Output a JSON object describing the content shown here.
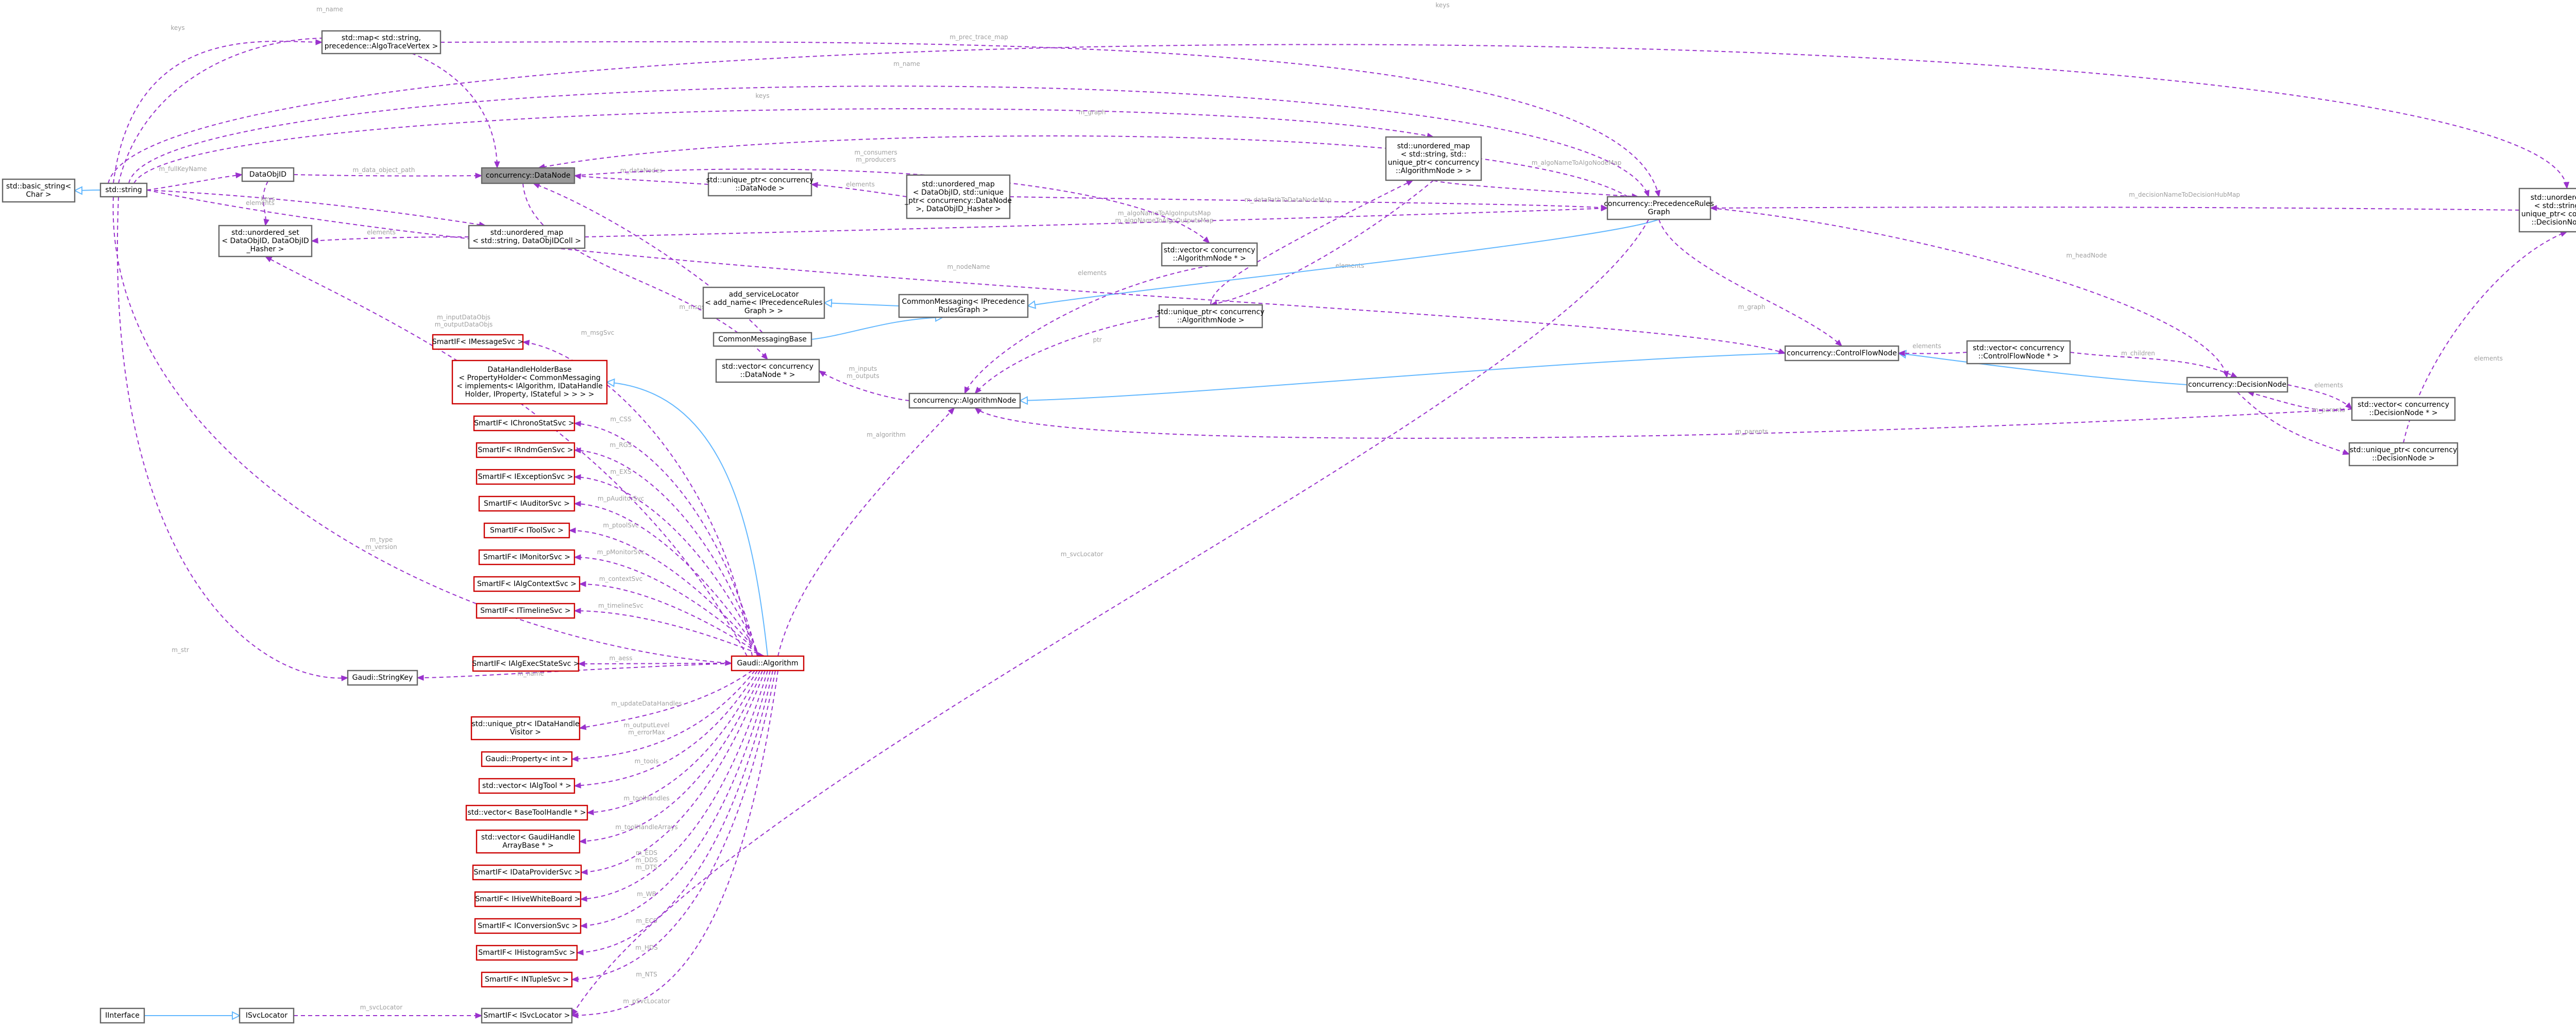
{
  "diagram": {
    "nodes": [
      {
        "id": "dn",
        "lines": [
          "concurrency::DataNode"
        ],
        "focus": true
      },
      {
        "id": "dataobjid",
        "lines": [
          "DataObjID"
        ]
      },
      {
        "id": "str",
        "lines": [
          "std::string"
        ]
      },
      {
        "id": "bstr",
        "lines": [
          "std::basic_string<",
          "Char >"
        ]
      },
      {
        "id": "mapstr",
        "lines": [
          "std::map< std::string,",
          "precedence::AlgoTraceVertex >"
        ]
      },
      {
        "id": "uset",
        "lines": [
          "std::unordered_set",
          "< DataObjID, DataObjID",
          "_Hasher >"
        ]
      },
      {
        "id": "umap_dn",
        "lines": [
          "std::unordered_map",
          "< std::string, DataObjIDColl >"
        ]
      },
      {
        "id": "uptr_dn",
        "lines": [
          "std::unique_ptr< concurrency",
          "::DataNode >"
        ]
      },
      {
        "id": "umap_doid",
        "lines": [
          "std::unordered_map",
          "< DataObjID, std::unique",
          "_ptr< concurrency::DataNode",
          ">, DataObjID_Hasher >"
        ]
      },
      {
        "id": "umap_an",
        "lines": [
          "std::unordered_map",
          "< std::string, std::",
          "unique_ptr< concurrency",
          "::AlgorithmNode > >"
        ]
      },
      {
        "id": "prg",
        "lines": [
          "concurrency::PrecedenceRules",
          "Graph"
        ]
      },
      {
        "id": "umap_dec",
        "lines": [
          "std::unordered_map",
          "< std::string, std::",
          "unique_ptr< concurrency",
          "::DecisionNode > >"
        ]
      },
      {
        "id": "vec_an",
        "lines": [
          "std::vector< concurrency",
          "::AlgorithmNode * >"
        ]
      },
      {
        "id": "uptr_an",
        "lines": [
          "std::unique_ptr< concurrency",
          "::AlgorithmNode >"
        ]
      },
      {
        "id": "asl",
        "lines": [
          "add_serviceLocator",
          "< add_name< IPrecedenceRules",
          "Graph > >"
        ]
      },
      {
        "id": "cm",
        "lines": [
          "CommonMessaging< IPrecedence",
          "RulesGraph >"
        ]
      },
      {
        "id": "cmb",
        "lines": [
          "CommonMessagingBase"
        ]
      },
      {
        "id": "vec_dn",
        "lines": [
          "std::vector< concurrency",
          "::DataNode * >"
        ]
      },
      {
        "id": "algnode",
        "lines": [
          "concurrency::AlgorithmNode"
        ]
      },
      {
        "id": "cfn",
        "lines": [
          "concurrency::ControlFlowNode"
        ]
      },
      {
        "id": "vec_cfn",
        "lines": [
          "std::vector< concurrency",
          "::ControlFlowNode * >"
        ]
      },
      {
        "id": "decnode",
        "lines": [
          "concurrency::DecisionNode"
        ]
      },
      {
        "id": "vec_dec",
        "lines": [
          "std::vector< concurrency",
          "::DecisionNode * >"
        ]
      },
      {
        "id": "uptr_dec",
        "lines": [
          "std::unique_ptr< concurrency",
          "::DecisionNode >"
        ]
      },
      {
        "id": "sp_msg",
        "lines": [
          "SmartIF< IMessageSvc >"
        ],
        "red": true
      },
      {
        "id": "dhh",
        "lines": [
          "DataHandleHolderBase",
          "< PropertyHolder< CommonMessaging",
          "< implements< IAlgorithm, IDataHandle",
          "Holder, IProperty, IStateful > > > >"
        ],
        "red": true
      },
      {
        "id": "sp_chrono",
        "lines": [
          "SmartIF< IChronoStatSvc >"
        ],
        "red": true
      },
      {
        "id": "sp_rnd",
        "lines": [
          "SmartIF< IRndmGenSvc >"
        ],
        "red": true
      },
      {
        "id": "sp_exc",
        "lines": [
          "SmartIF< IExceptionSvc >"
        ],
        "red": true
      },
      {
        "id": "sp_aud",
        "lines": [
          "SmartIF< IAuditorSvc >"
        ],
        "red": true
      },
      {
        "id": "sp_tool",
        "lines": [
          "SmartIF< IToolSvc >"
        ],
        "red": true
      },
      {
        "id": "sp_mon",
        "lines": [
          "SmartIF< IMonitorSvc >"
        ],
        "red": true
      },
      {
        "id": "sp_ctx",
        "lines": [
          "SmartIF< IAlgContextSvc >"
        ],
        "red": true
      },
      {
        "id": "sp_time",
        "lines": [
          "SmartIF< ITimelineSvc >"
        ],
        "red": true
      },
      {
        "id": "sp_exec",
        "lines": [
          "SmartIF< IAlgExecStateSvc >"
        ],
        "red": true
      },
      {
        "id": "skey",
        "lines": [
          "Gaudi::StringKey"
        ]
      },
      {
        "id": "galg",
        "lines": [
          "Gaudi::Algorithm"
        ],
        "red": true
      },
      {
        "id": "uptr_vis",
        "lines": [
          "std::unique_ptr< IDataHandle",
          "Visitor >"
        ],
        "red": true
      },
      {
        "id": "prop",
        "lines": [
          "Gaudi::Property< int >"
        ],
        "red": true
      },
      {
        "id": "vec_tool",
        "lines": [
          "std::vector< IAlgTool * >"
        ],
        "red": true
      },
      {
        "id": "vec_bth",
        "lines": [
          "std::vector< BaseToolHandle * >"
        ],
        "red": true
      },
      {
        "id": "vec_gha",
        "lines": [
          "std::vector< GaudiHandle",
          "ArrayBase * >"
        ],
        "red": true
      },
      {
        "id": "sp_dp",
        "lines": [
          "SmartIF< IDataProviderSvc >"
        ],
        "red": true
      },
      {
        "id": "sp_hwb",
        "lines": [
          "SmartIF< IHiveWhiteBoard >"
        ],
        "red": true
      },
      {
        "id": "sp_conv",
        "lines": [
          "SmartIF< IConversionSvc >"
        ],
        "red": true
      },
      {
        "id": "sp_hist",
        "lines": [
          "SmartIF< IHistogramSvc >"
        ],
        "red": true
      },
      {
        "id": "sp_nt",
        "lines": [
          "SmartIF< INTupleSvc >"
        ],
        "red": true
      },
      {
        "id": "sp_sl",
        "lines": [
          "SmartIF< ISvcLocator >"
        ]
      },
      {
        "id": "isl",
        "lines": [
          "ISvcLocator"
        ]
      },
      {
        "id": "iface",
        "lines": [
          "IInterface"
        ]
      }
    ],
    "edges": [
      {
        "id": "e_str_bstr",
        "kind": "inh",
        "label": []
      },
      {
        "id": "e_str_dataobjid",
        "kind": "use",
        "label": [
          "m_fullKeyName"
        ]
      },
      {
        "id": "e_dataobjid_dn",
        "kind": "use",
        "label": [
          "m_data_object_path"
        ]
      },
      {
        "id": "e_str_dn",
        "kind": "use",
        "label": [
          "m_name"
        ]
      },
      {
        "id": "e_dn_uptr",
        "kind": "use",
        "label": [
          "m_dataNodes"
        ]
      },
      {
        "id": "e_uptr_umapdoid",
        "kind": "use",
        "label": [
          "elements"
        ]
      },
      {
        "id": "e_str_mapstr",
        "kind": "use",
        "label": [
          "keys"
        ]
      },
      {
        "id": "e_dataobjid_uset",
        "kind": "use",
        "label": [
          "elements"
        ]
      },
      {
        "id": "e_str_umapdn",
        "kind": "use",
        "label": [
          "keys"
        ]
      },
      {
        "id": "e_uset_umapdn",
        "kind": "use",
        "label": [
          "elements"
        ]
      },
      {
        "id": "e_str_prg",
        "kind": "use",
        "label": [
          "m_name"
        ]
      },
      {
        "id": "e_str_umapan",
        "kind": "use",
        "label": [
          "keys"
        ]
      },
      {
        "id": "e_str_umapdec",
        "kind": "use",
        "label": [
          "keys"
        ]
      },
      {
        "id": "e_mapstr_prg",
        "kind": "use",
        "label": [
          "m_prec_trace_map"
        ]
      },
      {
        "id": "e_umapan_prg",
        "kind": "use",
        "label": [
          "m_algoNameToAlgoNodeMap"
        ]
      },
      {
        "id": "e_umapdoid_prg",
        "kind": "use",
        "label": [
          "m_dataPathToDataNodeMap"
        ]
      },
      {
        "id": "e_umapdec_prg",
        "kind": "use",
        "label": [
          "m_decisionNameToDecisionHubMap"
        ]
      },
      {
        "id": "e_umapdn_prg",
        "kind": "use",
        "label": [
          "m_algoNameToAlgoInputsMap",
          "m_algoNameToAlgoOutputsMap"
        ]
      },
      {
        "id": "e_prg_dn",
        "kind": "use",
        "label": [
          "m_graph"
        ]
      },
      {
        "id": "e_dn_vecan",
        "kind": "use",
        "label": [
          "m_consumers",
          "m_producers"
        ]
      },
      {
        "id": "e_an_uptran",
        "kind": "use",
        "label": [
          "elements"
        ]
      },
      {
        "id": "e_uptran_umapan",
        "kind": "use",
        "label": [
          "elements"
        ]
      },
      {
        "id": "e_vecan_algnode",
        "kind": "use",
        "label": [
          "elements"
        ]
      },
      {
        "id": "e_uptran_algnode",
        "kind": "use",
        "label": [
          "ptr"
        ]
      },
      {
        "id": "e_asl_cm",
        "kind": "inh",
        "label": []
      },
      {
        "id": "e_cm_prg",
        "kind": "inh",
        "label": []
      },
      {
        "id": "e_cmb_cm",
        "kind": "inh",
        "label": []
      },
      {
        "id": "e_cmb_dn",
        "kind": "use",
        "label": [
          "m_msgsvc"
        ]
      },
      {
        "id": "e_cfn_algnode",
        "kind": "inh",
        "label": []
      },
      {
        "id": "e_cfn_decnode",
        "kind": "inh",
        "label": []
      },
      {
        "id": "e_prg_cfn",
        "kind": "use",
        "label": [
          "m_graph"
        ]
      },
      {
        "id": "e_str_cfn",
        "kind": "use",
        "label": [
          "m_nodeName"
        ]
      },
      {
        "id": "e_cfn_veccfn",
        "kind": "use",
        "label": [
          "elements"
        ]
      },
      {
        "id": "e_veccfn_decnode",
        "kind": "use",
        "label": [
          "m_children"
        ]
      },
      {
        "id": "e_decnode_vecdec",
        "kind": "use",
        "label": [
          "elements"
        ]
      },
      {
        "id": "e_vecdec_decnode",
        "kind": "use",
        "label": [
          "m_parents"
        ]
      },
      {
        "id": "e_vecdec_algnode",
        "kind": "use",
        "label": [
          "m_parents"
        ]
      },
      {
        "id": "e_uptrdec_umapdec",
        "kind": "use",
        "label": [
          "elements"
        ]
      },
      {
        "id": "e_decnode_uptrdec",
        "kind": "use",
        "label": [
          "ptr"
        ]
      },
      {
        "id": "e_prg_decnode",
        "kind": "use",
        "label": [
          "m_headNode"
        ]
      },
      {
        "id": "e_dn_vecdn",
        "kind": "use",
        "label": [
          "m_inputs",
          "m_outputs"
        ]
      },
      {
        "id": "e_vecdn_algnode",
        "kind": "use",
        "label": [
          "elements"
        ]
      },
      {
        "id": "e_galg_algnode",
        "kind": "use",
        "label": [
          "m_algorithm"
        ]
      },
      {
        "id": "e_galg_spmsg",
        "kind": "use",
        "label": [
          "m_msgSvc"
        ]
      },
      {
        "id": "e_dhh_galg",
        "kind": "inh",
        "label": []
      },
      {
        "id": "e_galg_chrono",
        "kind": "use",
        "label": [
          "m_CSS"
        ]
      },
      {
        "id": "e_galg_rnd",
        "kind": "use",
        "label": [
          "m_RGS"
        ]
      },
      {
        "id": "e_galg_exc",
        "kind": "use",
        "label": [
          "m_EXS"
        ]
      },
      {
        "id": "e_galg_aud",
        "kind": "use",
        "label": [
          "m_pAuditorSvc"
        ]
      },
      {
        "id": "e_galg_tool",
        "kind": "use",
        "label": [
          "m_ptoolSvc"
        ]
      },
      {
        "id": "e_galg_mon",
        "kind": "use",
        "label": [
          "m_pMonitorSvc"
        ]
      },
      {
        "id": "e_galg_ctx",
        "kind": "use",
        "label": [
          "m_contextSvc"
        ]
      },
      {
        "id": "e_galg_time",
        "kind": "use",
        "label": [
          "m_timelineSvc"
        ]
      },
      {
        "id": "e_galg_exec",
        "kind": "use",
        "label": [
          "m_aess"
        ]
      },
      {
        "id": "e_str_galg",
        "kind": "use",
        "label": [
          "m_type",
          "m_version"
        ]
      },
      {
        "id": "e_galg_skey",
        "kind": "use",
        "label": [
          "m_name"
        ]
      },
      {
        "id": "e_galg_uset",
        "kind": "use",
        "label": [
          "m_inputDataObjs",
          "m_outputDataObjs"
        ]
      },
      {
        "id": "e_str_skey",
        "kind": "use",
        "label": [
          "m_str"
        ]
      },
      {
        "id": "e_galg_vis",
        "kind": "use",
        "label": [
          "m_updateDataHandles"
        ]
      },
      {
        "id": "e_galg_prop",
        "kind": "use",
        "label": [
          "m_outputLevel",
          "m_errorMax"
        ]
      },
      {
        "id": "e_galg_vectool",
        "kind": "use",
        "label": [
          "m_tools"
        ]
      },
      {
        "id": "e_galg_vecbth",
        "kind": "use",
        "label": [
          "m_toolHandles"
        ]
      },
      {
        "id": "e_galg_vecgha",
        "kind": "use",
        "label": [
          "m_toolHandleArrays"
        ]
      },
      {
        "id": "e_galg_dp",
        "kind": "use",
        "label": [
          "m_EDS",
          "m_DDS",
          "m_DTS"
        ]
      },
      {
        "id": "e_galg_hwb",
        "kind": "use",
        "label": [
          "m_WB"
        ]
      },
      {
        "id": "e_galg_conv",
        "kind": "use",
        "label": [
          "m_ECS"
        ]
      },
      {
        "id": "e_galg_hist",
        "kind": "use",
        "label": [
          "m_HDS"
        ]
      },
      {
        "id": "e_galg_nt",
        "kind": "use",
        "label": [
          "m_NTS"
        ]
      },
      {
        "id": "e_galg_spsl",
        "kind": "use",
        "label": [
          "m_pSvcLocator"
        ]
      },
      {
        "id": "e_isl_spsl",
        "kind": "use",
        "label": [
          "m_svcLocator"
        ]
      },
      {
        "id": "e_iface_isl",
        "kind": "inh",
        "label": []
      },
      {
        "id": "e_prg_spsl",
        "kind": "use",
        "label": [
          "m_svcLocator"
        ]
      }
    ]
  }
}
